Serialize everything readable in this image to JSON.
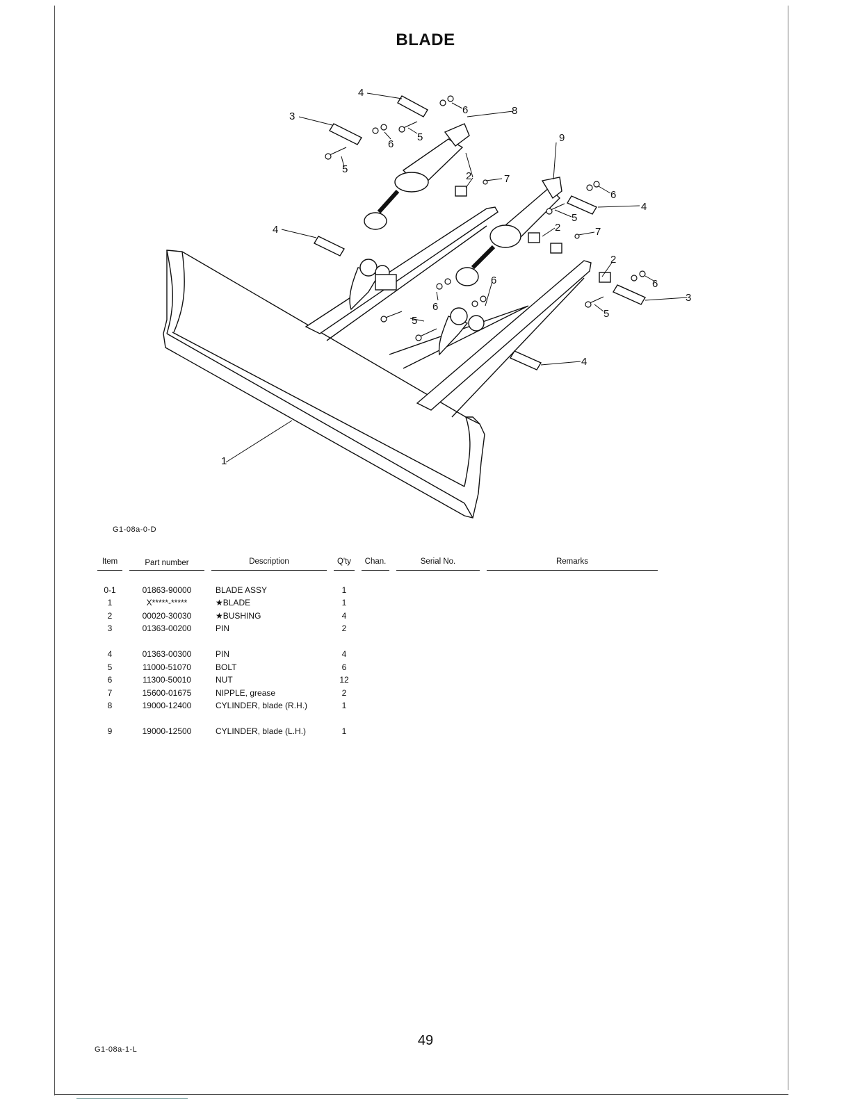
{
  "title": "BLADE",
  "figure_code": "G1-08a-0-D",
  "callouts": [
    "1",
    "2",
    "3",
    "4",
    "5",
    "6",
    "7",
    "8",
    "9"
  ],
  "table": {
    "headers": {
      "item": "Item",
      "part_number": "Part number",
      "description": "Description",
      "qty": "Q'ty",
      "chan": "Chan.",
      "serial": "Serial No.",
      "remarks": "Remarks"
    },
    "groups": [
      [
        {
          "item": "0-1",
          "part_number": "01863-90000",
          "description": "BLADE ASSY",
          "qty": "1"
        },
        {
          "item": "1",
          "part_number": "X*****-*****",
          "description": "★BLADE",
          "qty": "1"
        },
        {
          "item": "2",
          "part_number": "00020-30030",
          "description": "★BUSHING",
          "qty": "4"
        },
        {
          "item": "3",
          "part_number": "01363-00200",
          "description": "PIN",
          "qty": "2"
        }
      ],
      [
        {
          "item": "4",
          "part_number": "01363-00300",
          "description": "PIN",
          "qty": "4"
        },
        {
          "item": "5",
          "part_number": "11000-51070",
          "description": "BOLT",
          "qty": "6"
        },
        {
          "item": "6",
          "part_number": "11300-50010",
          "description": "NUT",
          "qty": "12"
        },
        {
          "item": "7",
          "part_number": "15600-01675",
          "description": "NIPPLE, grease",
          "qty": "2"
        },
        {
          "item": "8",
          "part_number": "19000-12400",
          "description": "CYLINDER, blade (R.H.)",
          "qty": "1"
        }
      ],
      [
        {
          "item": "9",
          "part_number": "19000-12500",
          "description": "CYLINDER, blade (L.H.)",
          "qty": "1"
        }
      ]
    ]
  },
  "page_number": "49",
  "footer_code": "G1-08a-1-L"
}
